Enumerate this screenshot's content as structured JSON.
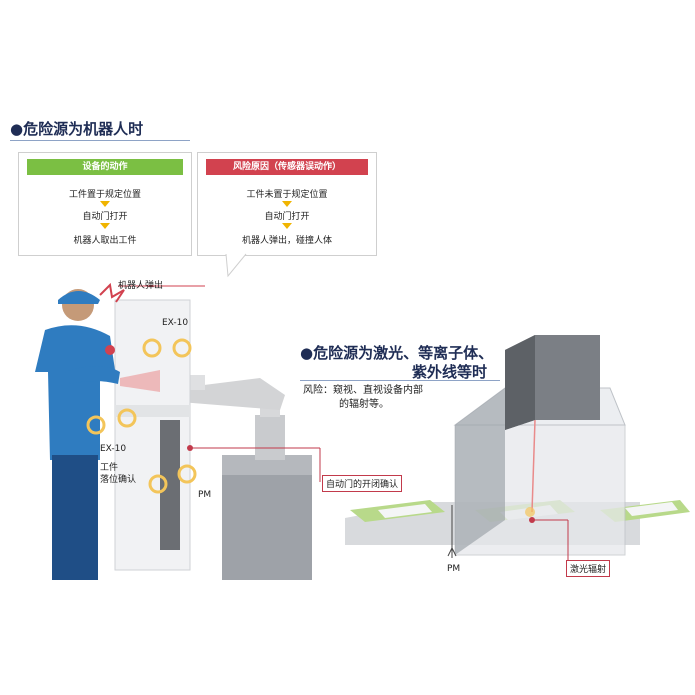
{
  "section1": {
    "title": "●危险源为机器人时"
  },
  "normal_box": {
    "header": "设备的动作",
    "header_color": "#7bbf43",
    "steps": [
      "工件置于规定位置",
      "自动门打开",
      "机器人取出工件"
    ]
  },
  "risk_box": {
    "header": "风险原因（传感器误动作）",
    "header_color": "#d2424f",
    "steps": [
      "工件未置于规定位置",
      "自动门打开",
      "机器人弹出，碰撞人体"
    ]
  },
  "labels1": {
    "robot_eject": "机器人弹出",
    "ex10_top": "EX-10",
    "ex10_bottom": "EX-10",
    "workpiece_check_l1": "工件",
    "workpiece_check_l2": "落位确认",
    "pm": "PM",
    "door_check": "自动门的开闭确认"
  },
  "section2": {
    "title_l1": "●危险源为激光、等离子体、",
    "title_l2": "紫外线等时",
    "risk_l1": "风险：窥视、直视设备内部",
    "risk_l2": "的辐射等。"
  },
  "labels2": {
    "pm": "PM",
    "laser_radiation": "激光辐射"
  },
  "colors": {
    "accent_blue": "#1f2d55",
    "warn_red": "#c23a4b",
    "arrow_yellow": "#f0b400",
    "sensor_yellow": "#f3c55a",
    "conveyor_green": "#b8d98a"
  }
}
